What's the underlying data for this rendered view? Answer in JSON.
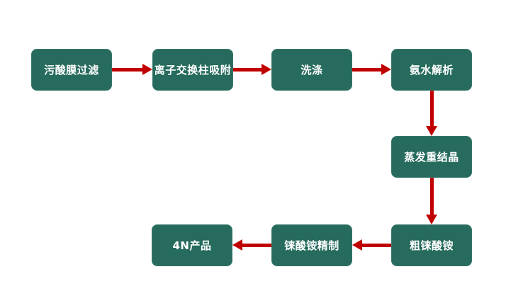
{
  "diagram": {
    "type": "flowchart",
    "description": "Rhenium recovery process flow from waste acid to 4N ammonium rhenate product",
    "colors": {
      "node_fill": "#266b5d",
      "node_text": "#ffffff",
      "arrow": "#c00000",
      "background": "#ffffff"
    },
    "nodes": [
      {
        "id": "n1",
        "label": "污酸膜过滤"
      },
      {
        "id": "n2",
        "label": "离子交换柱吸附"
      },
      {
        "id": "n3",
        "label": "洗涤"
      },
      {
        "id": "n4",
        "label": "氨水解析"
      },
      {
        "id": "n5",
        "label": "蒸发重结晶"
      },
      {
        "id": "n6",
        "label": "粗铼酸铵"
      },
      {
        "id": "n7",
        "label": "铼酸铵精制"
      },
      {
        "id": "n8",
        "label": "4N产品"
      }
    ],
    "edges": [
      {
        "from": "污酸膜过滤",
        "to": "离子交换柱吸附",
        "direction": "right"
      },
      {
        "from": "离子交换柱吸附",
        "to": "洗涤",
        "direction": "right"
      },
      {
        "from": "洗涤",
        "to": "氨水解析",
        "direction": "right"
      },
      {
        "from": "氨水解析",
        "to": "蒸发重结晶",
        "direction": "down"
      },
      {
        "from": "蒸发重结晶",
        "to": "粗铼酸铵",
        "direction": "down"
      },
      {
        "from": "粗铼酸铵",
        "to": "铼酸铵精制",
        "direction": "left"
      },
      {
        "from": "铼酸铵精制",
        "to": "4N产品",
        "direction": "left"
      }
    ]
  }
}
